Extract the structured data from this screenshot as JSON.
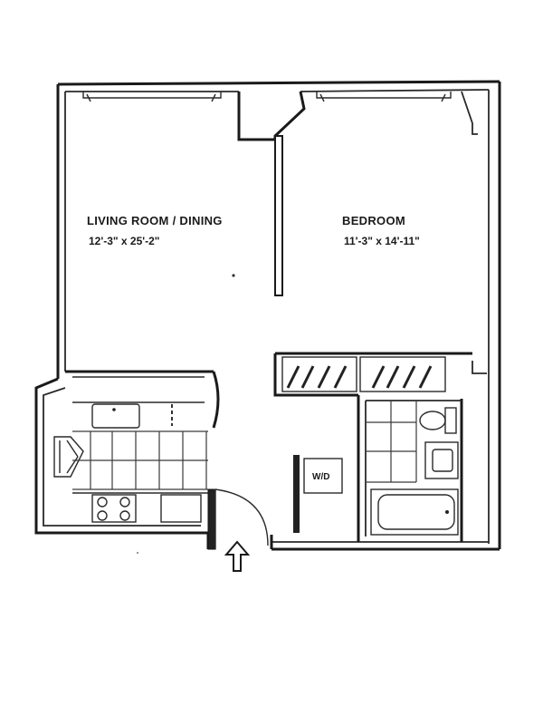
{
  "rooms": {
    "living": {
      "name": "LIVING ROOM / DINING",
      "dimensions": "12'-3\" x 25'-2\""
    },
    "bedroom": {
      "name": "BEDROOM",
      "dimensions": "11'-3\" x 14'-11\""
    }
  },
  "fixtures": {
    "washer_dryer": "W/D"
  }
}
